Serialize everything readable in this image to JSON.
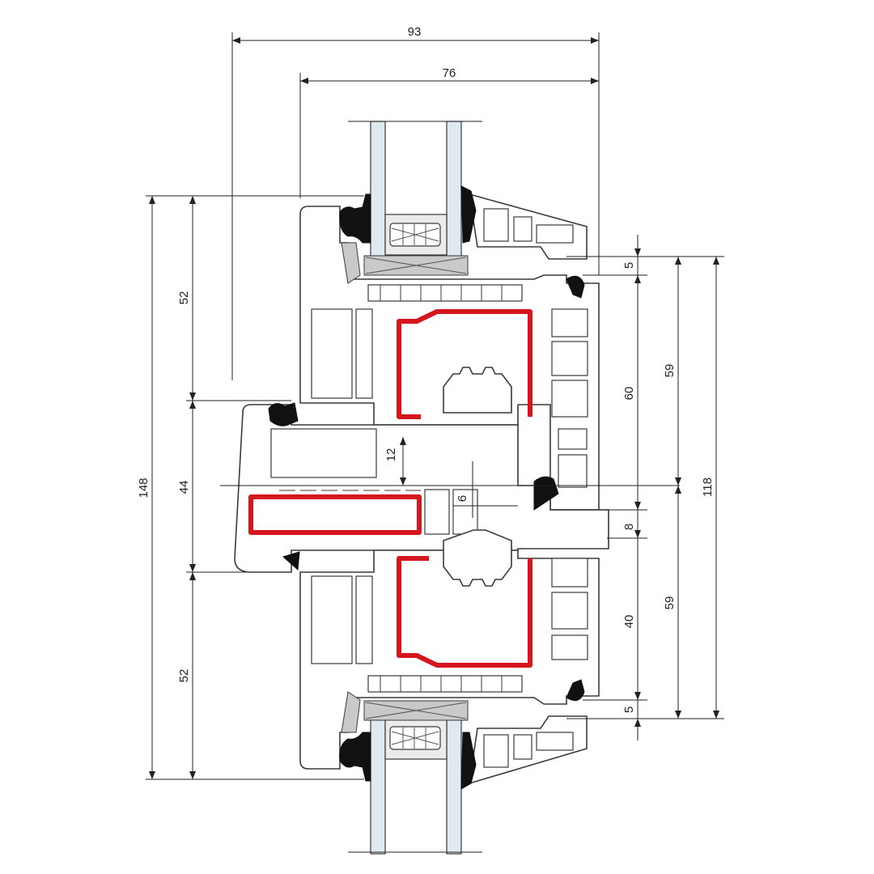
{
  "drawing": {
    "dimensions": {
      "top_overall": "93",
      "top_inner": "76",
      "left_overall": "148",
      "left_upper": "52",
      "left_middle": "44",
      "left_lower": "52",
      "center_gap": "12",
      "center_small": "6",
      "right_upper_60": "60",
      "right_lower_40": "40",
      "right_upper_59": "59",
      "right_lower_59": "59",
      "right_top_5": "5",
      "right_bottom_5": "5",
      "right_middle_8": "8",
      "right_overall": "118"
    },
    "colors": {
      "reinforcement": "#d6161f",
      "glass": "#dfe9f0",
      "gasket": "#111111"
    }
  }
}
